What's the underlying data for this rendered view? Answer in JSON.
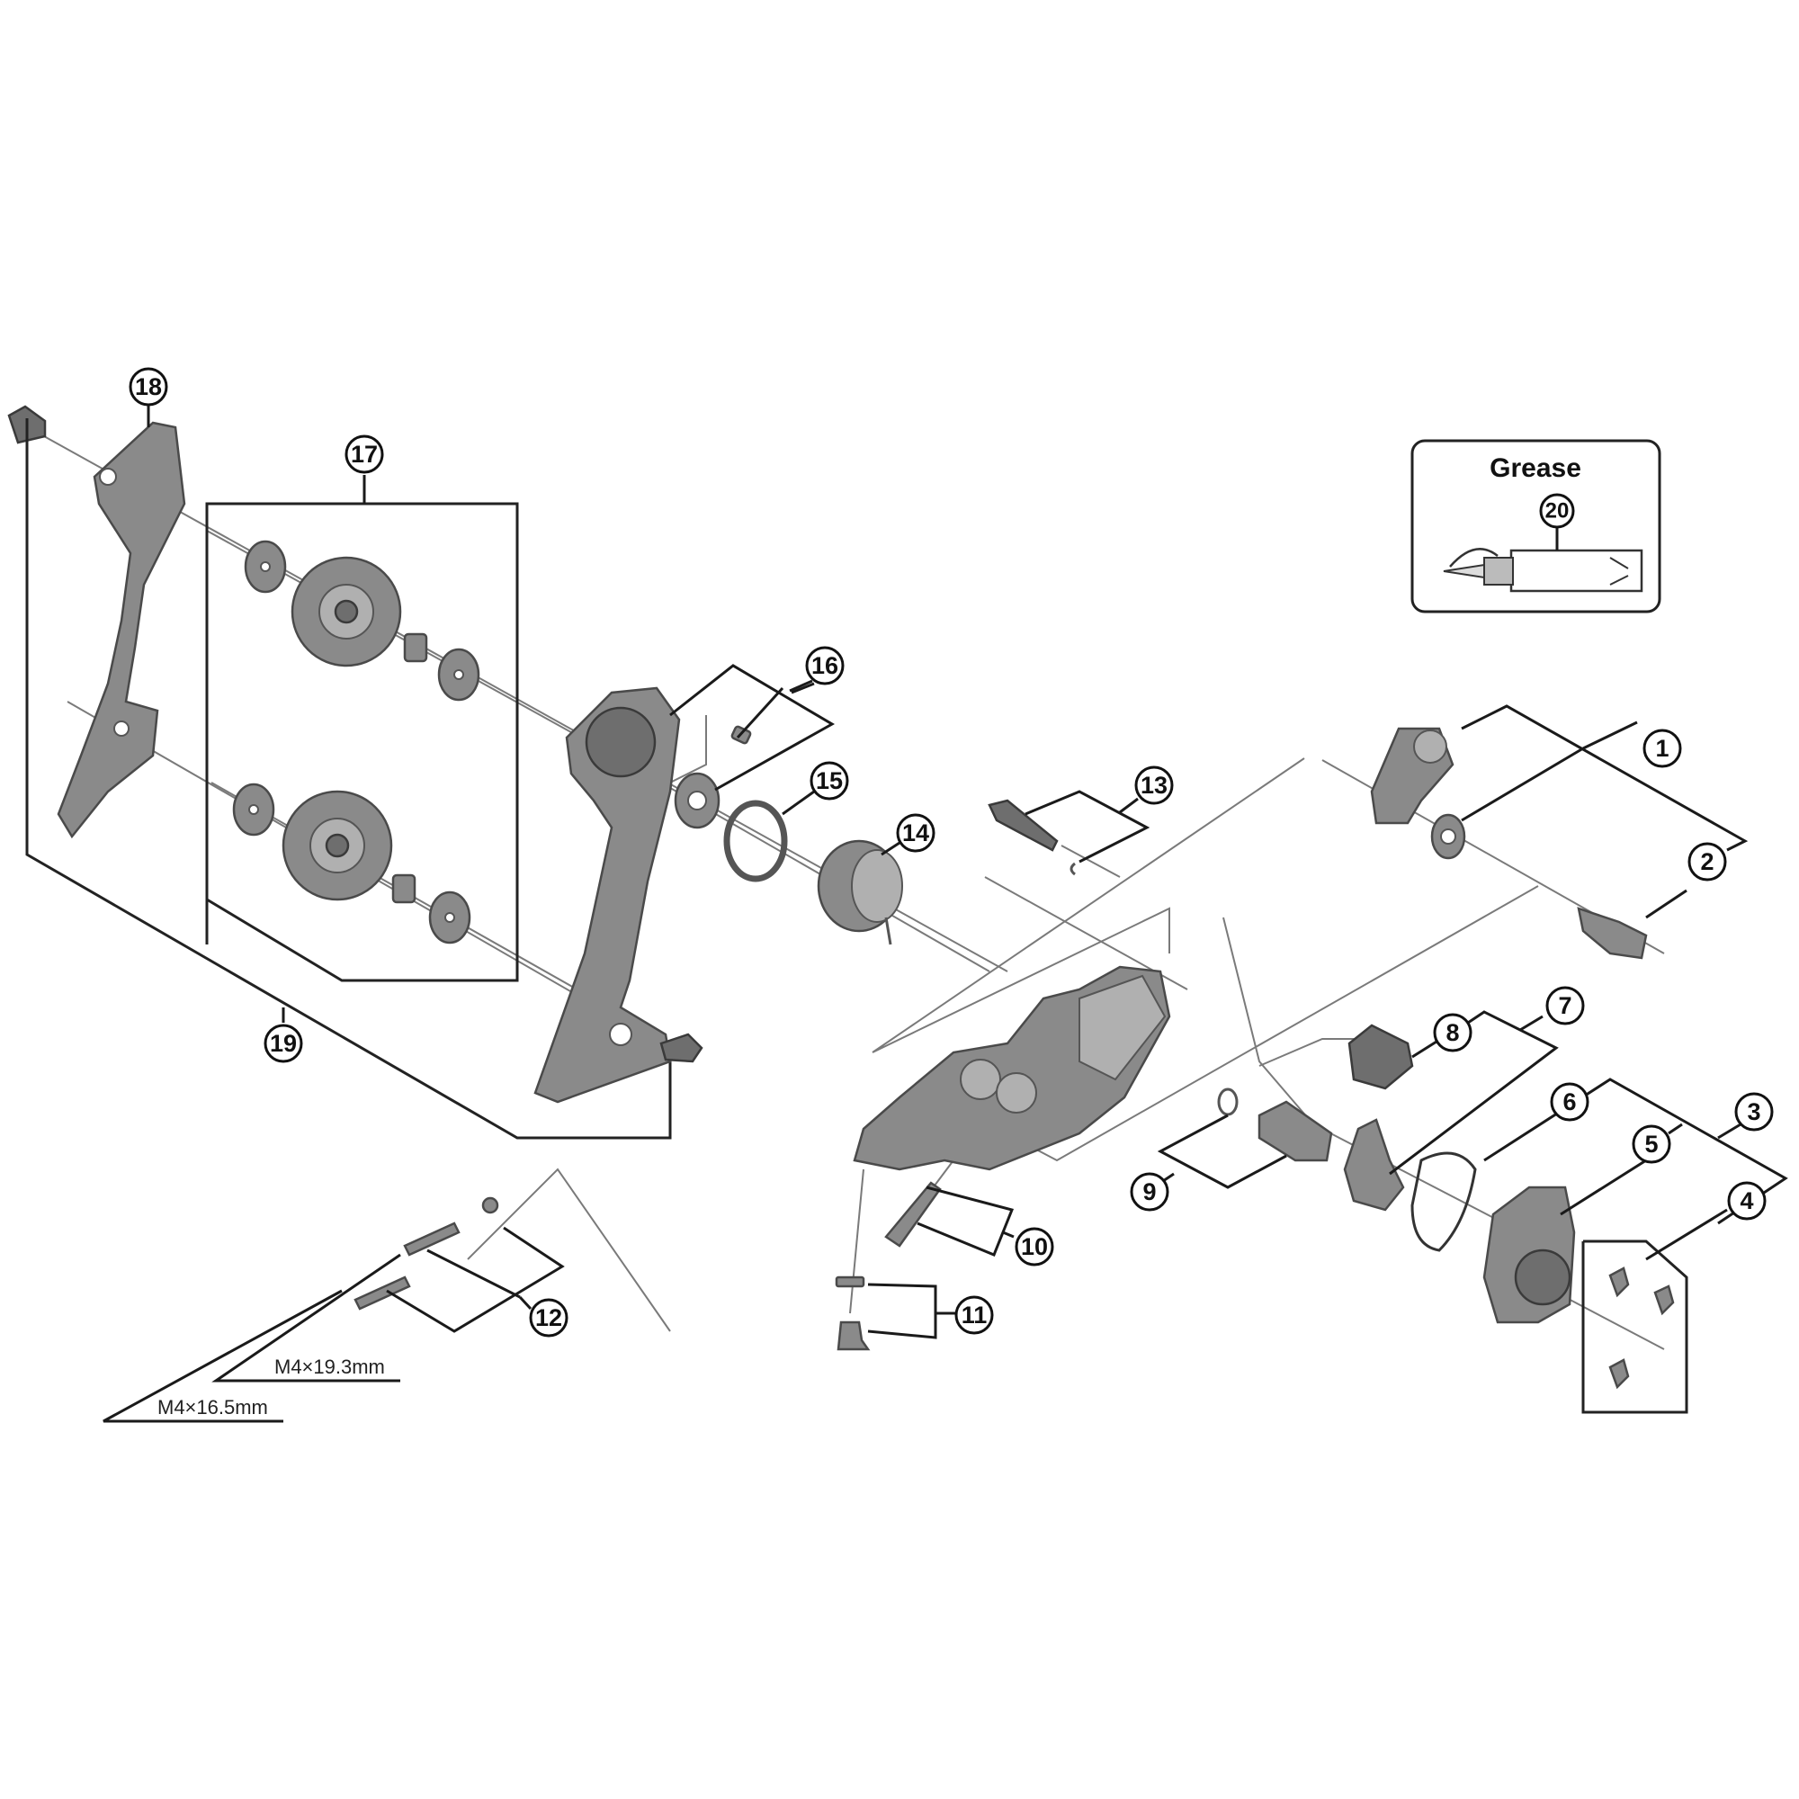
{
  "diagram": {
    "type": "exploded-parts-diagram",
    "subject": "rear derailleur",
    "callouts": [
      {
        "id": "1",
        "label": "1"
      },
      {
        "id": "2",
        "label": "2"
      },
      {
        "id": "3",
        "label": "3"
      },
      {
        "id": "4",
        "label": "4"
      },
      {
        "id": "5",
        "label": "5"
      },
      {
        "id": "6",
        "label": "6"
      },
      {
        "id": "7",
        "label": "7"
      },
      {
        "id": "8",
        "label": "8"
      },
      {
        "id": "9",
        "label": "9"
      },
      {
        "id": "10",
        "label": "10"
      },
      {
        "id": "11",
        "label": "11"
      },
      {
        "id": "12",
        "label": "12"
      },
      {
        "id": "13",
        "label": "13"
      },
      {
        "id": "14",
        "label": "14"
      },
      {
        "id": "15",
        "label": "15"
      },
      {
        "id": "16",
        "label": "16"
      },
      {
        "id": "17",
        "label": "17"
      },
      {
        "id": "18",
        "label": "18"
      },
      {
        "id": "19",
        "label": "19"
      },
      {
        "id": "20",
        "label": "20"
      }
    ],
    "grease_box": {
      "title": "Grease",
      "callout": "20"
    },
    "screw_specs": [
      {
        "label": "M4×19.3mm"
      },
      {
        "label": "M4×16.5mm"
      }
    ]
  }
}
